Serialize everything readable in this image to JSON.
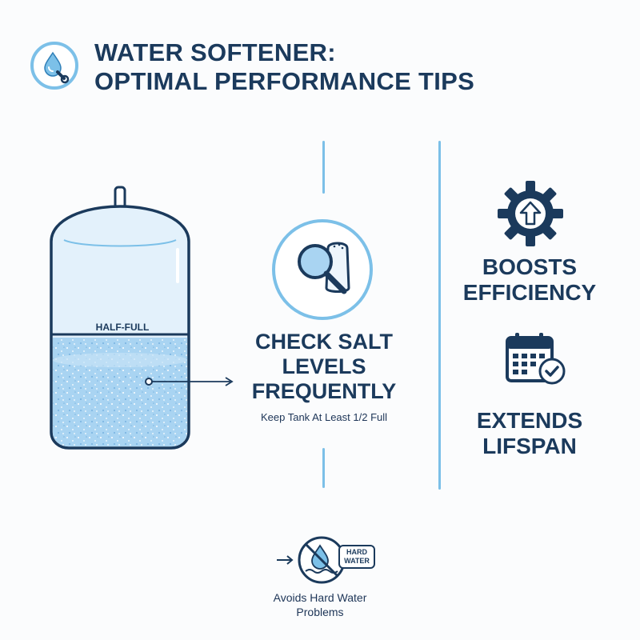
{
  "header": {
    "title_line1": "WATER SOFTENER:",
    "title_line2": "OPTIMAL PERFORMANCE TIPS",
    "logo_icon": "water-drop-wrench-icon"
  },
  "tank": {
    "fill_label": "HALF-FULL",
    "fill_level": 0.5
  },
  "tip": {
    "title_line1": "CHECK SALT",
    "title_line2": "LEVELS",
    "title_line3": "FREQUENTLY",
    "subtitle": "Keep Tank At Least 1/2 Full",
    "icon": "magnifier-salt-shaker-icon"
  },
  "benefits": {
    "efficiency_line1": "BOOSTS",
    "efficiency_line2": "EFFICIENCY",
    "efficiency_icon": "gear-up-arrow-icon",
    "lifespan_line1": "EXTENDS",
    "lifespan_line2": "LIFSPAN",
    "lifespan_icon": "calendar-check-icon"
  },
  "hard_water": {
    "badge_line1": "HARD",
    "badge_line2": "WATER",
    "label_line1": "Avoids Hard Water",
    "label_line2": "Problems",
    "icon": "no-hard-water-icon"
  },
  "colors": {
    "navy": "#1b3a5c",
    "accent": "#7cc0e8",
    "water": "#a9d4f2"
  }
}
